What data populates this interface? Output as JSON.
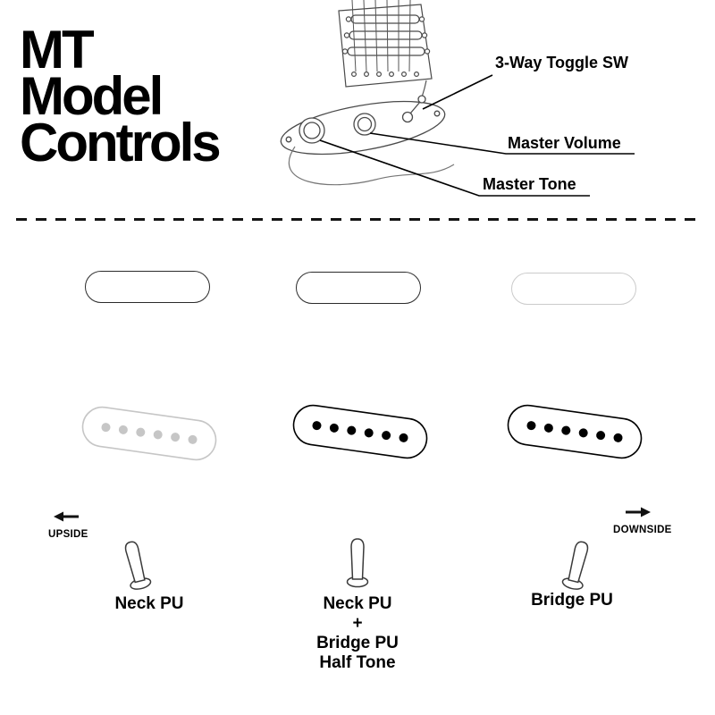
{
  "title": {
    "line1": "MT",
    "line2": "Model",
    "line3": "Controls"
  },
  "callouts": {
    "toggle_switch": "3-Way Toggle SW",
    "master_volume": "Master Volume",
    "master_tone": "Master Tone"
  },
  "orientation": {
    "upside_label": "UPSIDE",
    "downside_label": "DOWNSIDE"
  },
  "positions": [
    {
      "id": "position-1",
      "lever_direction": "left",
      "neck_pickup_state": "active",
      "bridge_pickup_state": "inactive",
      "label_line1": "Neck PU"
    },
    {
      "id": "position-2",
      "lever_direction": "center",
      "neck_pickup_state": "active",
      "bridge_pickup_state": "active",
      "label_line1": "Neck PU",
      "label_line2": "+",
      "label_line3": "Bridge PU",
      "label_line4": "Half Tone"
    },
    {
      "id": "position-3",
      "lever_direction": "right",
      "neck_pickup_state": "inactive",
      "bridge_pickup_state": "active",
      "label_line1": "Bridge PU"
    }
  ],
  "colors": {
    "active": "#000000",
    "inactive": "#c8c8c8",
    "outline": "#4a4a4a"
  }
}
